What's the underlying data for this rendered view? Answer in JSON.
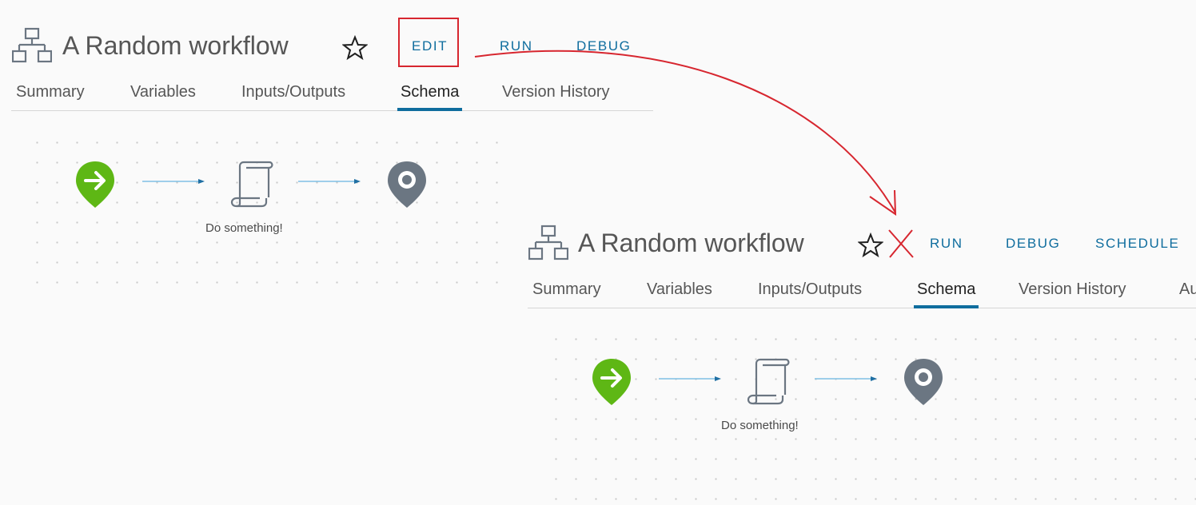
{
  "before": {
    "title": "A Random workflow",
    "actions": {
      "edit": "EDIT",
      "run": "RUN",
      "debug": "DEBUG"
    },
    "tabs": [
      "Summary",
      "Variables",
      "Inputs/Outputs",
      "Schema",
      "Version History"
    ],
    "active_tab": "Schema",
    "script_label": "Do something!"
  },
  "after": {
    "title": "A Random workflow",
    "actions": {
      "run": "RUN",
      "debug": "DEBUG",
      "schedule": "SCHEDULE"
    },
    "tabs": [
      "Summary",
      "Variables",
      "Inputs/Outputs",
      "Schema",
      "Version History",
      "Au"
    ],
    "active_tab": "Schema",
    "script_label": "Do something!"
  },
  "colors": {
    "accent": "#0f6d9e",
    "annotation": "#d7262f",
    "start_node": "#5eb715",
    "end_node": "#6b7682",
    "connector": "#7fc0e4"
  },
  "icons": [
    "workflow-icon",
    "star-icon",
    "start-icon",
    "script-icon",
    "end-icon",
    "cross-icon"
  ]
}
